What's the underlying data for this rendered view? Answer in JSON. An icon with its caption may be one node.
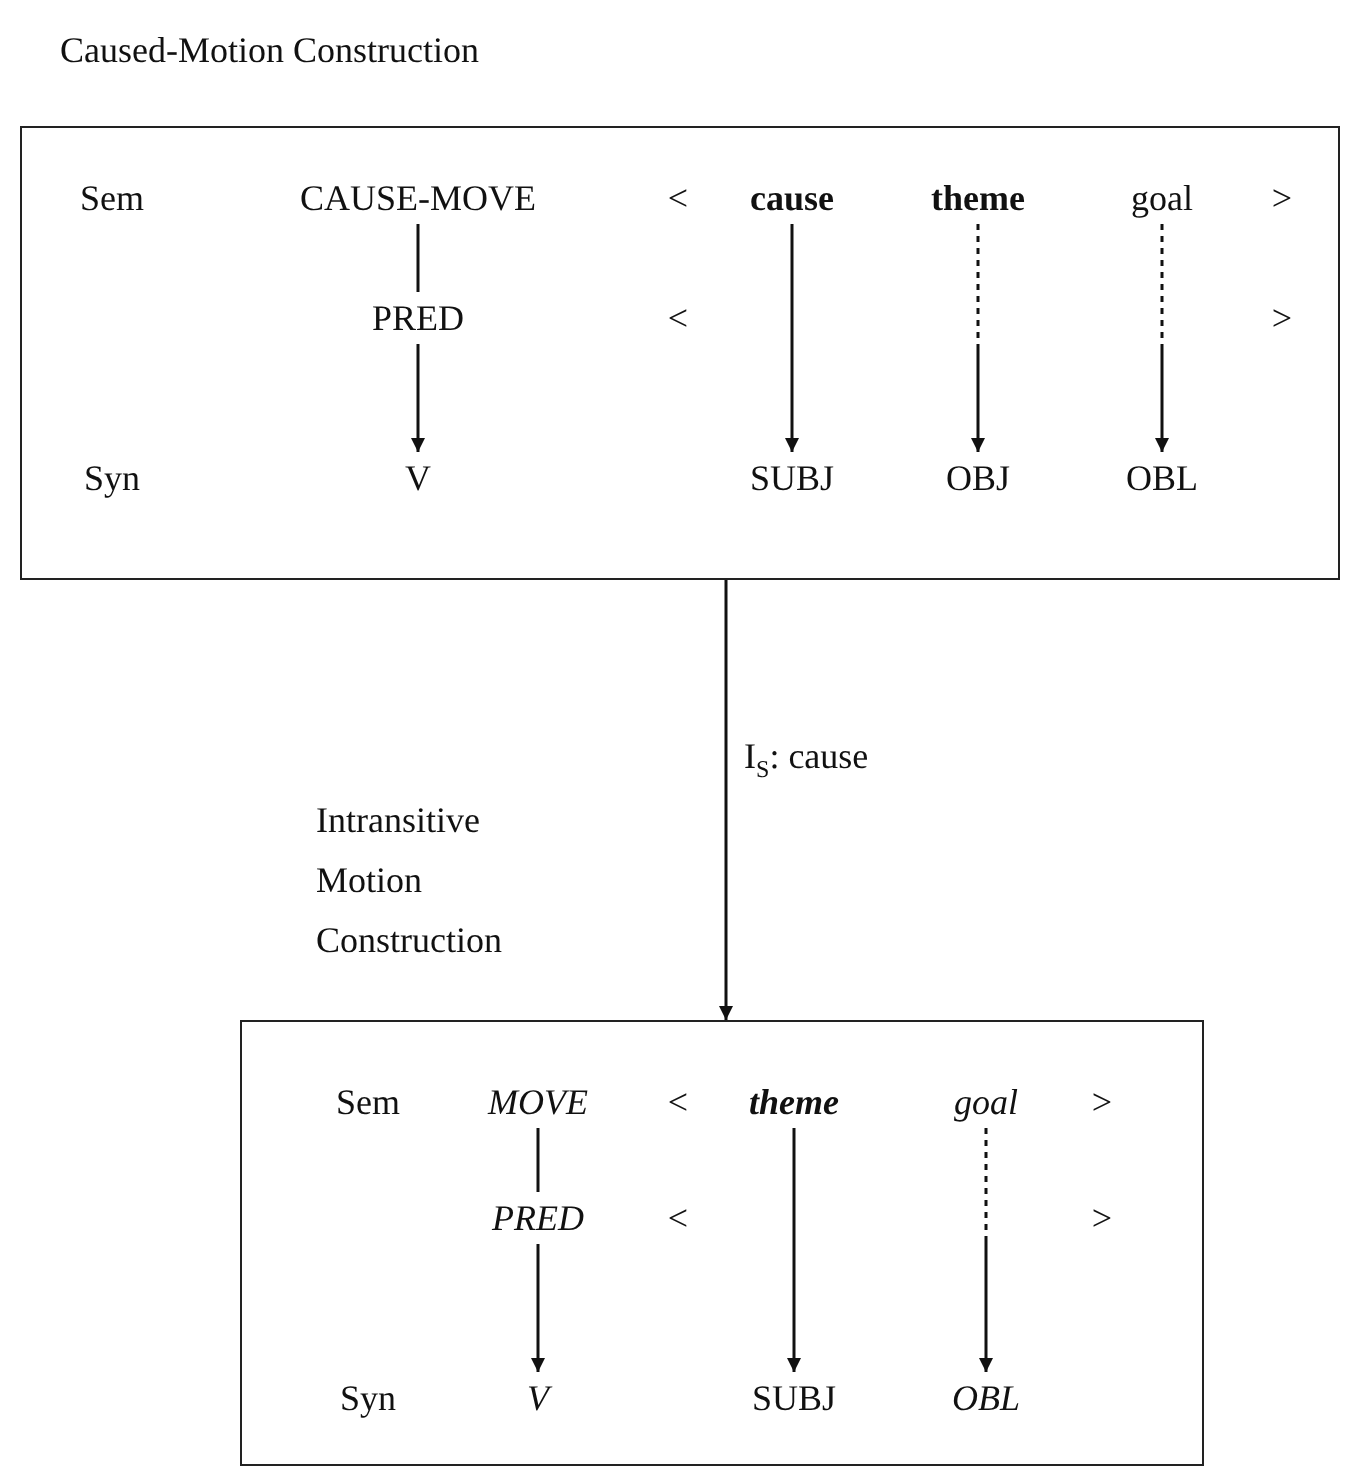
{
  "diagram": {
    "nodes": [
      {
        "text": [
          "Caused-Motion Construction"
        ]
      },
      {
        "text": [
          "CAUSE-MOVE"
        ],
        "in": 0
      },
      {
        "text": [
          "PRED"
        ],
        "in": 0
      },
      {
        "text": [
          "V"
        ],
        "in": 0
      },
      {
        "text": [
          "cause"
        ],
        "in": 0
      },
      {
        "text": [
          "SUBJ"
        ],
        "in": 0
      },
      {
        "text": [
          "theme"
        ],
        "in": 0
      },
      {
        "text": [
          "OBJ"
        ],
        "in": 0
      },
      {
        "text": [
          "goal"
        ],
        "in": 0
      },
      {
        "text": [
          "OBL"
        ],
        "in": 0
      },
      {
        "text": [
          "Intransitive Motion Construction"
        ]
      },
      {
        "text": [
          "MOVE"
        ],
        "in": 10
      },
      {
        "text": [
          "PRED"
        ],
        "in": 10
      },
      {
        "text": [
          "V"
        ],
        "in": 10
      },
      {
        "text": [
          "theme"
        ],
        "in": 10
      },
      {
        "text": [
          "SUBJ"
        ],
        "in": 10
      },
      {
        "text": [
          "goal"
        ],
        "in": 10
      },
      {
        "text": [
          "OBL"
        ],
        "in": 10
      }
    ],
    "edges": [
      {
        "from": 1,
        "to": 2,
        "arrow": "none"
      },
      {
        "from": 2,
        "to": 3,
        "arrow": "to"
      },
      {
        "from": 4,
        "to": 5,
        "arrow": "to"
      },
      {
        "from": 6,
        "to": 7,
        "arrow": "to",
        "style": "dashed"
      },
      {
        "from": 8,
        "to": 9,
        "arrow": "to",
        "style": "dashed"
      },
      {
        "from": 0,
        "to": 10,
        "arrow": "to",
        "label": "I$_{S}$: cause"
      },
      {
        "from": 11,
        "to": 12,
        "arrow": "none"
      },
      {
        "from": 12,
        "to": 13,
        "arrow": "to"
      },
      {
        "from": 14,
        "to": 15,
        "arrow": "to"
      },
      {
        "from": 16,
        "to": 17,
        "arrow": "to",
        "style": "dashed"
      }
    ],
    "labels": [
      "Sem",
      "<",
      ">",
      "<",
      ">",
      "Syn",
      "Sem",
      "<",
      ">",
      "<",
      ">",
      "Syn"
    ]
  }
}
